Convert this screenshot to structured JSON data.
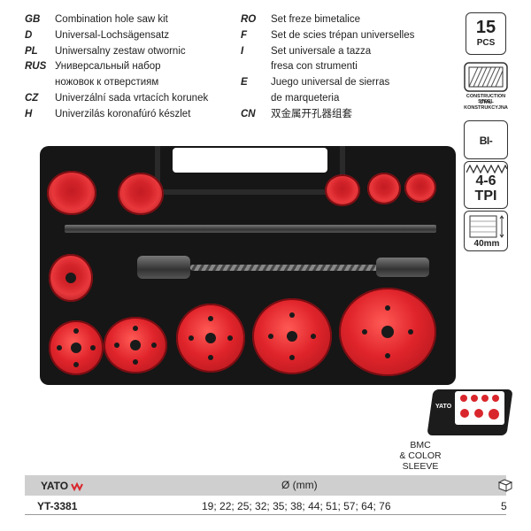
{
  "languages": [
    {
      "code": "GB",
      "text": "Combination hole saw kit"
    },
    {
      "code": "D",
      "text": "Universal-Lochsägensatz"
    },
    {
      "code": "PL",
      "text": "Uniwersalny zestaw otwornic"
    },
    {
      "code": "RUS",
      "text": "Универсальный набор"
    },
    {
      "code": "",
      "text": "ножовок к отверстиям"
    },
    {
      "code": "CZ",
      "text": "Univerzální sada vrtacích korunek"
    },
    {
      "code": "H",
      "text": "Univerzilás koronafúró készlet"
    },
    {
      "code": "RO",
      "text": "Set freze bimetalice"
    },
    {
      "code": "F",
      "text": "Set de scies trépan universelles"
    },
    {
      "code": "I",
      "text": "Set universale a tazza"
    },
    {
      "code": "",
      "text": "fresa con strumenti"
    },
    {
      "code": "E",
      "text": "Juego universal de sierras"
    },
    {
      "code": "",
      "text": "de marqueteria"
    },
    {
      "code": "CN",
      "text": "双金属开孔器组套"
    }
  ],
  "badges": {
    "pcs_number": "15",
    "pcs_unit": "PCS",
    "steel_label_1": "CONSTRUCTION STEEL",
    "steel_label_2": "STAL",
    "steel_label_3": "KONSTRUKCYJNA",
    "bimetal": "BI-METAL",
    "tpi_range": "4-6",
    "tpi_unit": "TPI",
    "depth": "40mm"
  },
  "thumbnail": {
    "logo": "YATO",
    "caption_1": "BMC",
    "caption_2": "& COLOR",
    "caption_3": "SLEEVE"
  },
  "table": {
    "brand": "YATO",
    "diameter_header": "Ø (mm)",
    "code": "YT-3381",
    "sizes": "19; 22; 25; 32; 35; 38; 44; 51; 57; 64; 76",
    "quantity": "5"
  },
  "colors": {
    "saw_red": "#e0242b",
    "case_black": "#161616",
    "table_header": "#cfcfcf"
  }
}
